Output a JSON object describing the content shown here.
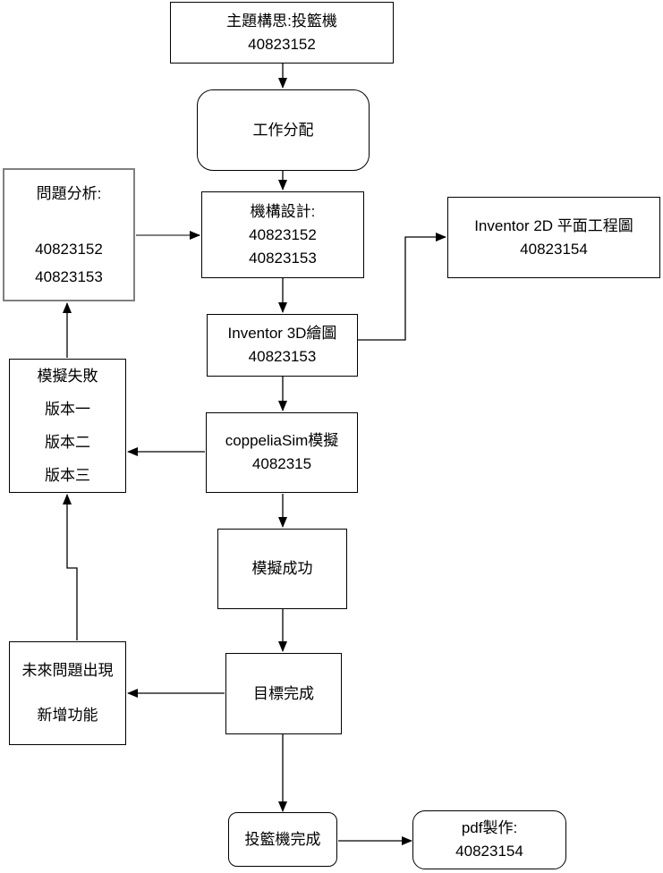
{
  "diagram": {
    "type": "flowchart",
    "background_color": "#ffffff",
    "stroke_color": "#000000",
    "highlight_color": "#808080"
  },
  "nodes": {
    "topic": {
      "shape": "rectangle",
      "lines": [
        "主題構思:投籃機",
        "40823152"
      ]
    },
    "work": {
      "shape": "rounded-rectangle",
      "lines": [
        "工作分配"
      ]
    },
    "design": {
      "shape": "rectangle",
      "lines": [
        "機構設計:",
        "40823152",
        "40823153"
      ]
    },
    "analysis": {
      "shape": "rectangle",
      "border_color": "#808080",
      "lines": [
        "問題分析:",
        "",
        "40823152",
        "40823153"
      ]
    },
    "inv2d": {
      "shape": "rectangle",
      "lines": [
        "Inventor 2D 平面工程圖",
        "40823154"
      ]
    },
    "inv3d": {
      "shape": "rectangle",
      "lines": [
        "Inventor 3D繪圖",
        "40823153"
      ]
    },
    "copsim": {
      "shape": "rectangle",
      "lines": [
        "coppeliaSim模擬",
        "4082315"
      ]
    },
    "simfail": {
      "shape": "rectangle",
      "lines": [
        "模擬失敗",
        "版本一",
        "版本二",
        "版本三"
      ]
    },
    "simok": {
      "shape": "rectangle",
      "lines": [
        "模擬成功"
      ]
    },
    "goal": {
      "shape": "rectangle",
      "lines": [
        "目標完成"
      ]
    },
    "future": {
      "shape": "rectangle",
      "lines": [
        "未來問題出現",
        "新增功能"
      ]
    },
    "done": {
      "shape": "rounded-rectangle",
      "lines": [
        "投籃機完成"
      ]
    },
    "pdf": {
      "shape": "rounded-rectangle",
      "lines": [
        "pdf製作:",
        "40823154"
      ]
    }
  },
  "edges": [
    {
      "from": "topic",
      "to": "work",
      "direction": "down"
    },
    {
      "from": "work",
      "to": "design",
      "direction": "down"
    },
    {
      "from": "analysis",
      "to": "design",
      "direction": "right",
      "color": "#808080"
    },
    {
      "from": "design",
      "to": "inv3d",
      "direction": "down"
    },
    {
      "from": "inv3d",
      "to": "inv2d",
      "direction": "right-elbow-up"
    },
    {
      "from": "inv3d",
      "to": "copsim",
      "direction": "down"
    },
    {
      "from": "copsim",
      "to": "simfail",
      "direction": "left"
    },
    {
      "from": "simfail",
      "to": "analysis",
      "direction": "up"
    },
    {
      "from": "copsim",
      "to": "simok",
      "direction": "down"
    },
    {
      "from": "simok",
      "to": "goal",
      "direction": "down"
    },
    {
      "from": "goal",
      "to": "future",
      "direction": "left"
    },
    {
      "from": "future",
      "to": "simfail",
      "direction": "up-jog"
    },
    {
      "from": "goal",
      "to": "done",
      "direction": "down"
    },
    {
      "from": "done",
      "to": "pdf",
      "direction": "right"
    }
  ]
}
